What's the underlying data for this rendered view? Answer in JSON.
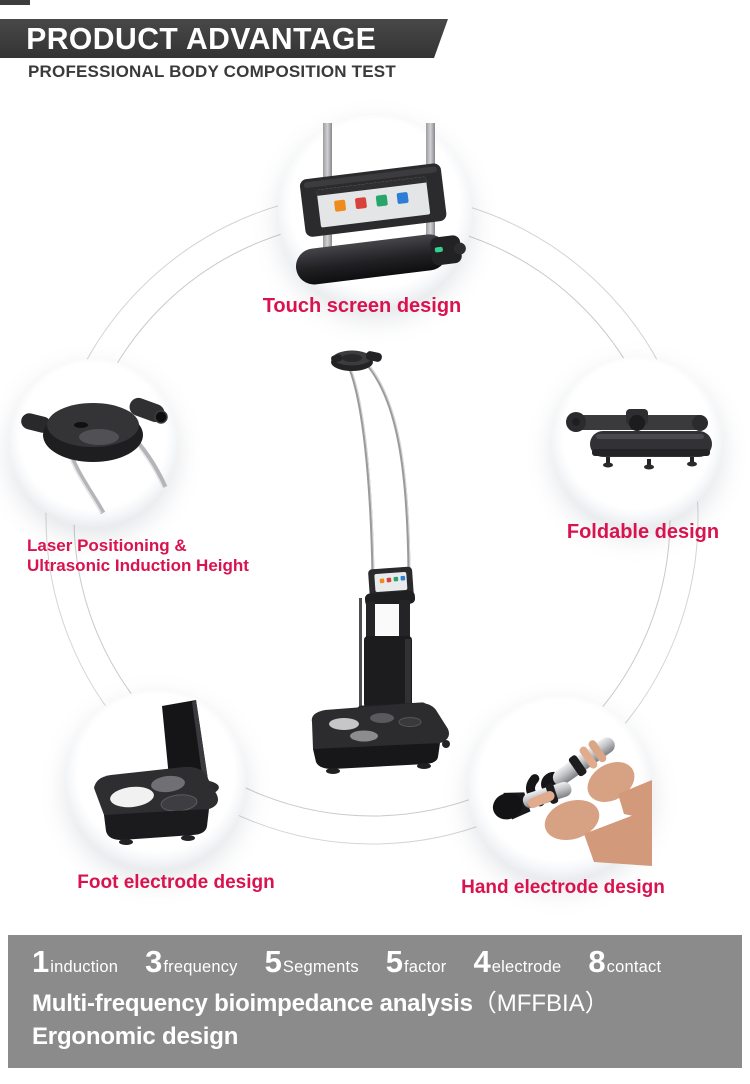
{
  "header": {
    "title": "PRODUCT ADVANTAGE",
    "subtitle": "PROFESSIONAL BODY COMPOSITION TEST"
  },
  "callouts": {
    "touch": {
      "label": "Touch screen design"
    },
    "laser": {
      "line1": "Laser Positioning &",
      "line2": "Ultrasonic Induction Height"
    },
    "foldable": {
      "label": "Foldable design"
    },
    "foot": {
      "label": "Foot electrode design"
    },
    "hand": {
      "label": "Hand electrode design"
    }
  },
  "footer": {
    "features": [
      {
        "number": "1",
        "label": "induction"
      },
      {
        "number": "3",
        "label": "frequency"
      },
      {
        "number": "5",
        "label": "Segments"
      },
      {
        "number": "5",
        "label": "factor"
      },
      {
        "number": "4",
        "label": "electrode"
      },
      {
        "number": "8",
        "label": "contact"
      }
    ],
    "analysis_bold": "Multi-frequency bioimpedance analysis",
    "analysis_paren": "（MFFBIA）",
    "ergonomic": "Ergonomic design"
  },
  "colors": {
    "accent_pink": "#d9134f",
    "banner_dark": "#3d3d3d",
    "footer_gray": "#8b8b8b",
    "orbit_line": "#c9c9c9"
  }
}
